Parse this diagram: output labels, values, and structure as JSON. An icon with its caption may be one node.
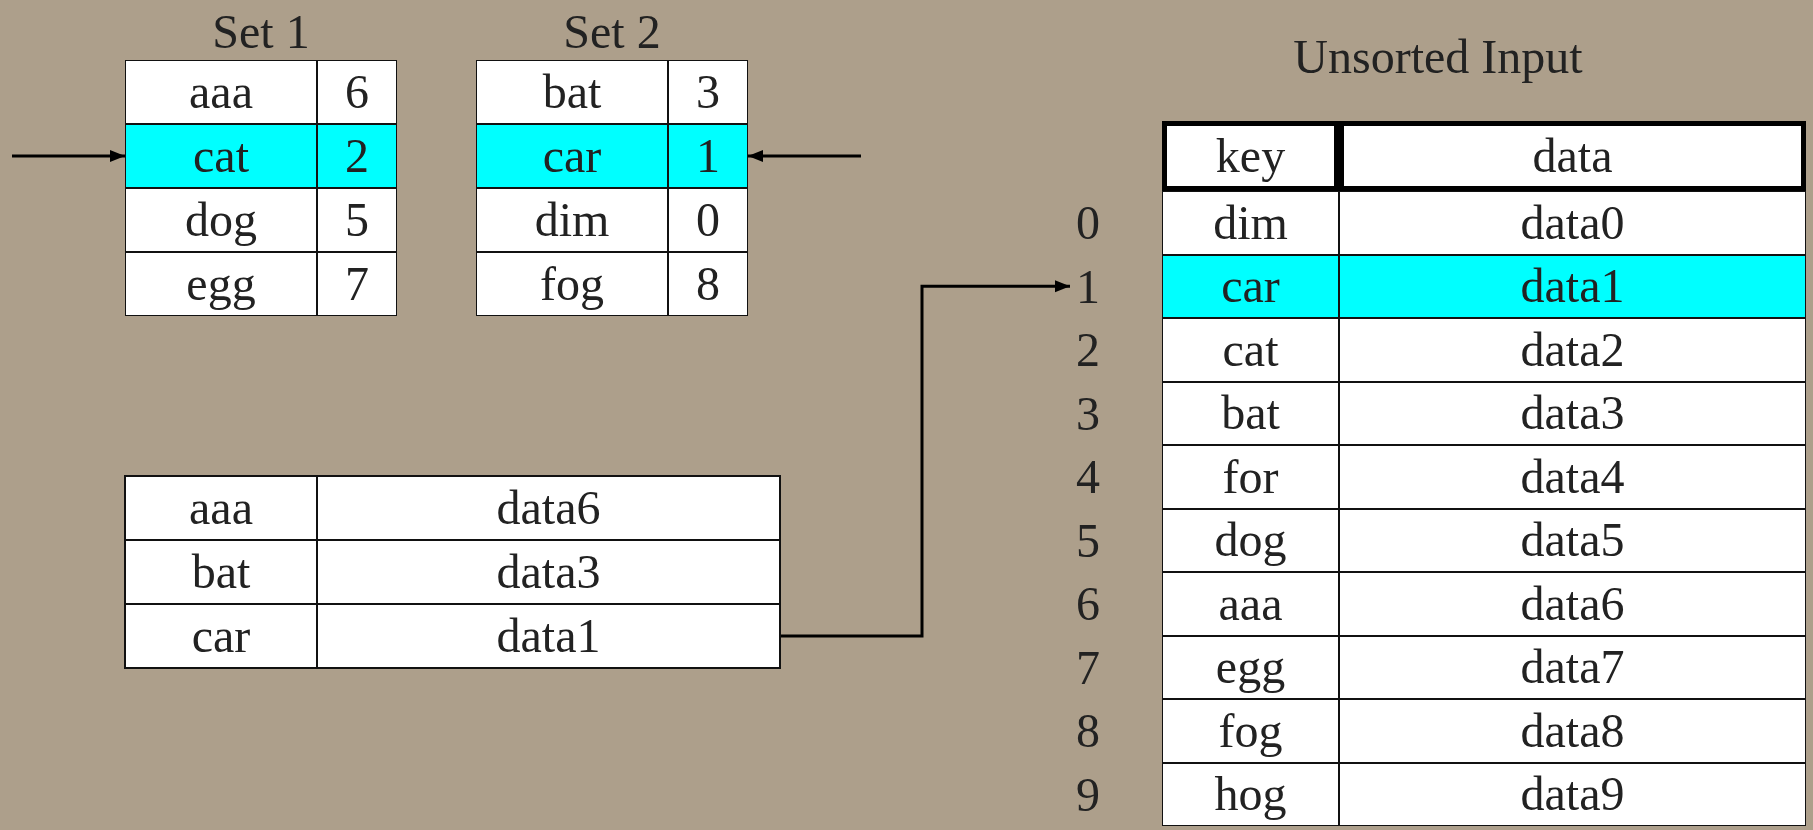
{
  "diagram": {
    "nodes": [
      {
        "text": [
          "Set 1"
        ]
      },
      {
        "text": [
          "aaa",
          "6"
        ],
        "in": 0
      },
      {
        "text": [
          "cat",
          "2"
        ],
        "in": 0
      },
      {
        "text": [
          "dog",
          "5"
        ],
        "in": 0
      },
      {
        "text": [
          "egg",
          "7"
        ],
        "in": 0
      },
      {
        "text": [
          "Set 2"
        ]
      },
      {
        "text": [
          "bat",
          "3"
        ],
        "in": 5
      },
      {
        "text": [
          "car",
          "1"
        ],
        "in": 5
      },
      {
        "text": [
          "dim",
          "0"
        ],
        "in": 5
      },
      {
        "text": [
          "fog",
          "8"
        ],
        "in": 5
      },
      {
        "text": [],
        "shape": "box"
      },
      {
        "text": [
          "aaa",
          "data6"
        ],
        "in": 10
      },
      {
        "text": [
          "bat",
          "data3"
        ],
        "in": 10
      },
      {
        "text": [
          "car",
          "data1"
        ],
        "in": 10
      },
      {
        "text": [
          "Unsorted Input"
        ]
      },
      {
        "text": [
          "key",
          "data"
        ],
        "in": 14
      },
      {
        "text": [
          "dim",
          "data0"
        ],
        "in": 14,
        "beside": [
          "0"
        ]
      },
      {
        "text": [
          "car",
          "data1"
        ],
        "in": 14,
        "beside": [
          "1"
        ]
      },
      {
        "text": [
          "cat",
          "data2"
        ],
        "in": 14,
        "beside": [
          "2"
        ]
      },
      {
        "text": [
          "bat",
          "data3"
        ],
        "in": 14,
        "beside": [
          "3"
        ]
      },
      {
        "text": [
          "for",
          "data4"
        ],
        "in": 14,
        "beside": [
          "4"
        ]
      },
      {
        "text": [
          "dog",
          "data5"
        ],
        "in": 14,
        "beside": [
          "5"
        ]
      },
      {
        "text": [
          "aaa",
          "data6"
        ],
        "in": 14,
        "beside": [
          "6"
        ]
      },
      {
        "text": [
          "egg",
          "data7"
        ],
        "in": 14,
        "beside": [
          "7"
        ]
      },
      {
        "text": [
          "fog",
          "data8"
        ],
        "in": 14,
        "beside": [
          "8"
        ]
      },
      {
        "text": [
          "hog",
          "data9"
        ],
        "in": 14,
        "beside": [
          "9"
        ]
      }
    ],
    "edges": [
      {
        "from": null,
        "to": 2,
        "arrow": "to"
      },
      {
        "from": null,
        "to": 7,
        "arrow": "to"
      },
      {
        "from": 13,
        "to": 17,
        "arrow": "to"
      }
    ]
  }
}
